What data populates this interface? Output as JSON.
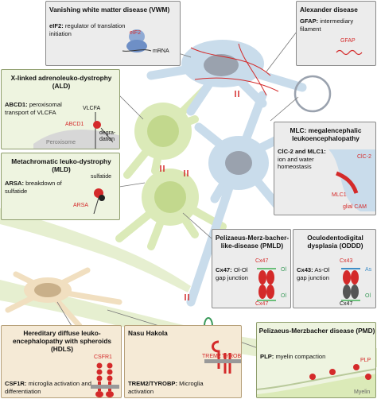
{
  "vwm": {
    "title": "Vanishing white matter disease (VWM)",
    "gene": "eIF2:",
    "desc": "regulator of translation initiation",
    "protein": "eIF2",
    "mrna": "mRNA"
  },
  "alexander": {
    "title": "Alexander disease",
    "gene": "GFAP:",
    "desc": "intermediary filament",
    "protein": "GFAP"
  },
  "ald": {
    "title": "X-linked adrenoleuko-dystrophy (ALD)",
    "gene": "ABCD1:",
    "desc": "peroxisomal transport of VLCFA",
    "vlcfa": "VLCFA",
    "abcd1": "ABCD1",
    "degradation": "degra-dation",
    "peroxisome": "Peroxisome"
  },
  "mld": {
    "title": "Metachromatic leuko-dystrophy (MLD)",
    "gene": "ARSA:",
    "desc": "breakdown of sulfatide",
    "sulfatide": "sulfatide",
    "arsa": "ARSA"
  },
  "mlc": {
    "title": "MLC: megalencephalic leukoencephalopathy",
    "gene": "ClC-2 and MLC1:",
    "desc": "ion and water homeostasis",
    "clc2": "ClC-2",
    "mlc1": "MLC1",
    "glialcam": "glial CAM"
  },
  "pmld": {
    "title": "Pelizaeus-Merz-bacher-like-disease (PMLD)",
    "gene": "Cx47:",
    "desc": "Ol-Ol gap junction",
    "cx_top": "Cx47",
    "cx_bottom": "Cx47",
    "ol_top": "Ol",
    "ol_bottom": "Ol"
  },
  "oddd": {
    "title": "Oculodentodigital dysplasia (ODDD)",
    "gene": "Cx43:",
    "desc": "As-Ol gap junction",
    "cx_top": "Cx43",
    "cx_bottom": "Cx47",
    "as": "As",
    "ol": "Ol"
  },
  "hdls": {
    "title": "Hereditary diffuse leuko-encephalopathy with spheroids (HDLS)",
    "gene": "CSF1R:",
    "desc": "microglia activation and differentiation",
    "protein": "CSFR1"
  },
  "nasu": {
    "title": "Nasu Hakola",
    "gene": "TREM2/TYROBP:",
    "desc": "Microglia activation",
    "trem2": "TREM2",
    "tyrobp": "TYROBP"
  },
  "pmd": {
    "title": "Pelizaeus-Merzbacher disease (PMD)",
    "gene": "PLP:",
    "desc": "myelin compaction",
    "protein": "PLP",
    "myelin": "Myelin"
  },
  "colors": {
    "red": "#d42a2a",
    "green_cell": "#dbeab8",
    "astrocyte": "#c9dceb",
    "nucleus": "#9aa2ae",
    "microglia": "#f1dfc0"
  }
}
